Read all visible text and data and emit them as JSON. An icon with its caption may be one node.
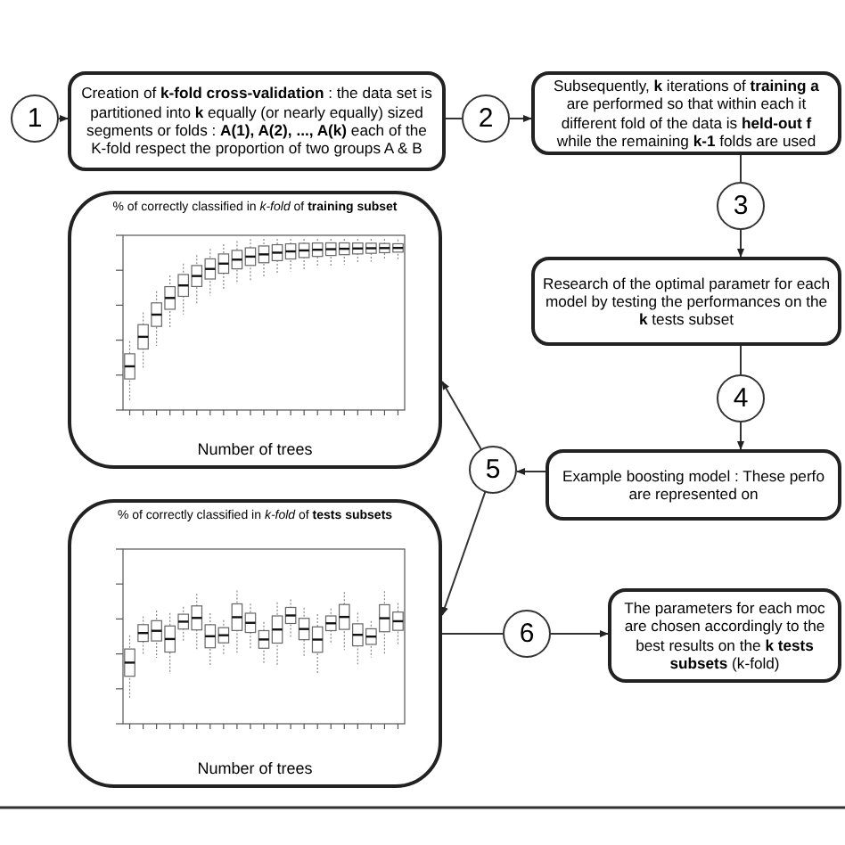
{
  "diagram": {
    "nodes": [
      {
        "text": [
          "1"
        ]
      },
      {
        "text": [
          "Creation of **k-fold cross-validation** : the data set is partitioned into **k** equally (or nearly equally) sized segments or folds : **A(1), A(2), ..., A(k)** each of the K-fold respect the proportion of two groups A & B"
        ]
      },
      {
        "text": [
          "2"
        ]
      },
      {
        "text": [
          "Subsequently, **k** iterations of **training a** are performed so that within each it different fold of the data is **held-out f** while the remaining **k-1** folds are used"
        ]
      },
      {
        "text": [
          "3"
        ]
      },
      {
        "text": [
          "Research of the optimal parametr for each model by testing the performances on the **k** tests subset"
        ]
      },
      {
        "text": [
          "4"
        ]
      },
      {
        "text": [
          "Example boosting model : These perfo are represented on"
        ]
      },
      {
        "text": [
          "5"
        ]
      },
      {
        "text": [
          "% of correctly classified in *k-fold* of **training subset**",
          "Number of trees"
        ]
      },
      {
        "text": [
          "% of correctly classified in *k-fold* of **tests subsets**",
          "Number of trees"
        ]
      },
      {
        "text": [
          "6"
        ]
      },
      {
        "text": [
          "The parameters for each moc are chosen accordingly to the best results on the **k tests subsets** (k-fold)"
        ]
      }
    ],
    "edges": [
      {
        "from": 0,
        "to": 1,
        "arrow": "to"
      },
      {
        "from": 1,
        "to": 2,
        "arrow": "none"
      },
      {
        "from": 2,
        "to": 3,
        "arrow": "to"
      },
      {
        "from": 3,
        "to": 4,
        "arrow": "none"
      },
      {
        "from": 4,
        "to": 5,
        "arrow": "to"
      },
      {
        "from": 5,
        "to": 6,
        "arrow": "none"
      },
      {
        "from": 6,
        "to": 7,
        "arrow": "to"
      },
      {
        "from": 7,
        "to": 8,
        "arrow": "to"
      },
      {
        "from": 8,
        "to": 9,
        "arrow": "to"
      },
      {
        "from": 8,
        "to": 10,
        "arrow": "to"
      },
      {
        "from": 10,
        "to": 11,
        "arrow": "none"
      },
      {
        "from": 11,
        "to": 12,
        "arrow": "to"
      }
    ]
  }
}
